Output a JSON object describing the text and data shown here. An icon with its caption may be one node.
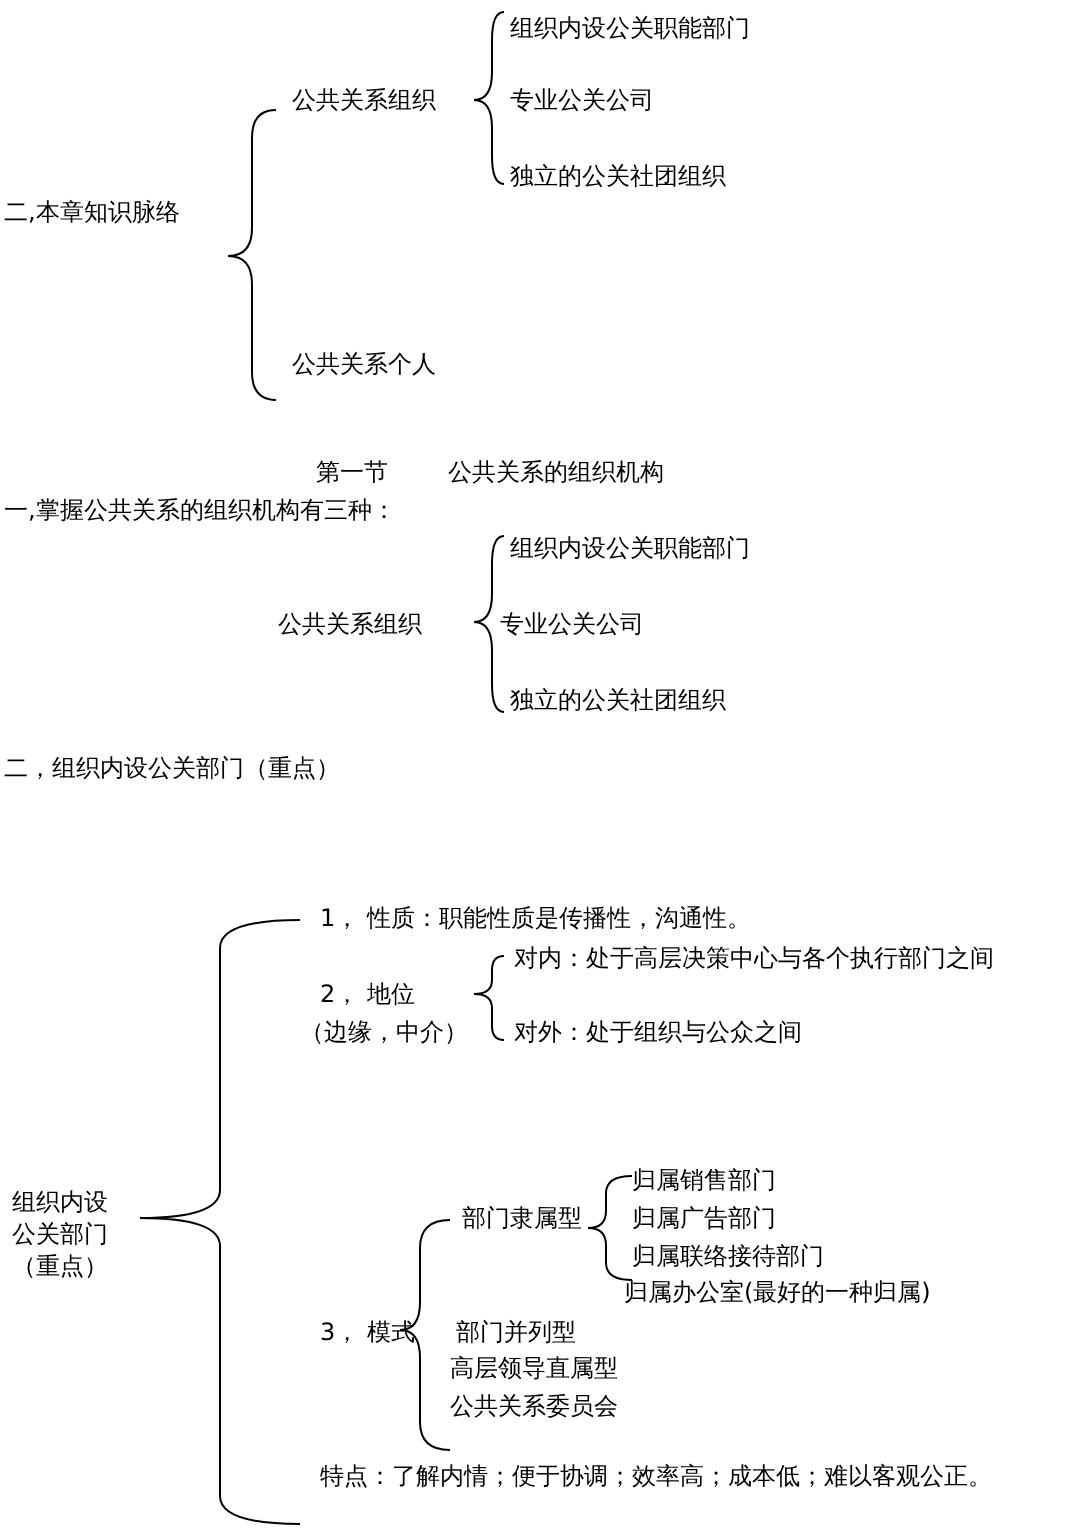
{
  "diagram": {
    "labels": [
      "组织内设公关职能部门",
      "公共关系组织",
      "专业公关公司",
      "独立的公关社团组织",
      "二,本章知识脉络",
      "公共关系个人",
      "第一节",
      "公共关系的组织机构",
      "一,掌握公共关系的组织机构有三种：",
      "组织内设公关职能部门",
      "公共关系组织",
      "专业公关公司",
      "独立的公关社团组织",
      "二，组织内设公关部门（重点）",
      "1， 性质：职能性质是传播性，沟通性。",
      "对内：处于高层决策中心与各个执行部门之间",
      "2， 地位",
      "（边缘，中介）",
      "对外：处于组织与公众之间",
      "组织内设公关部门（重点）",
      "归属销售部门",
      "部门隶属型",
      "归属广告部门",
      "归属联络接待部门",
      "归属办公室(最好的一种归属)",
      "3， 模式",
      "部门并列型",
      "高层领导直属型",
      "公共关系委员会",
      "特点：了解内情；便于协调；效率高；成本低；难以客观公正。"
    ]
  }
}
